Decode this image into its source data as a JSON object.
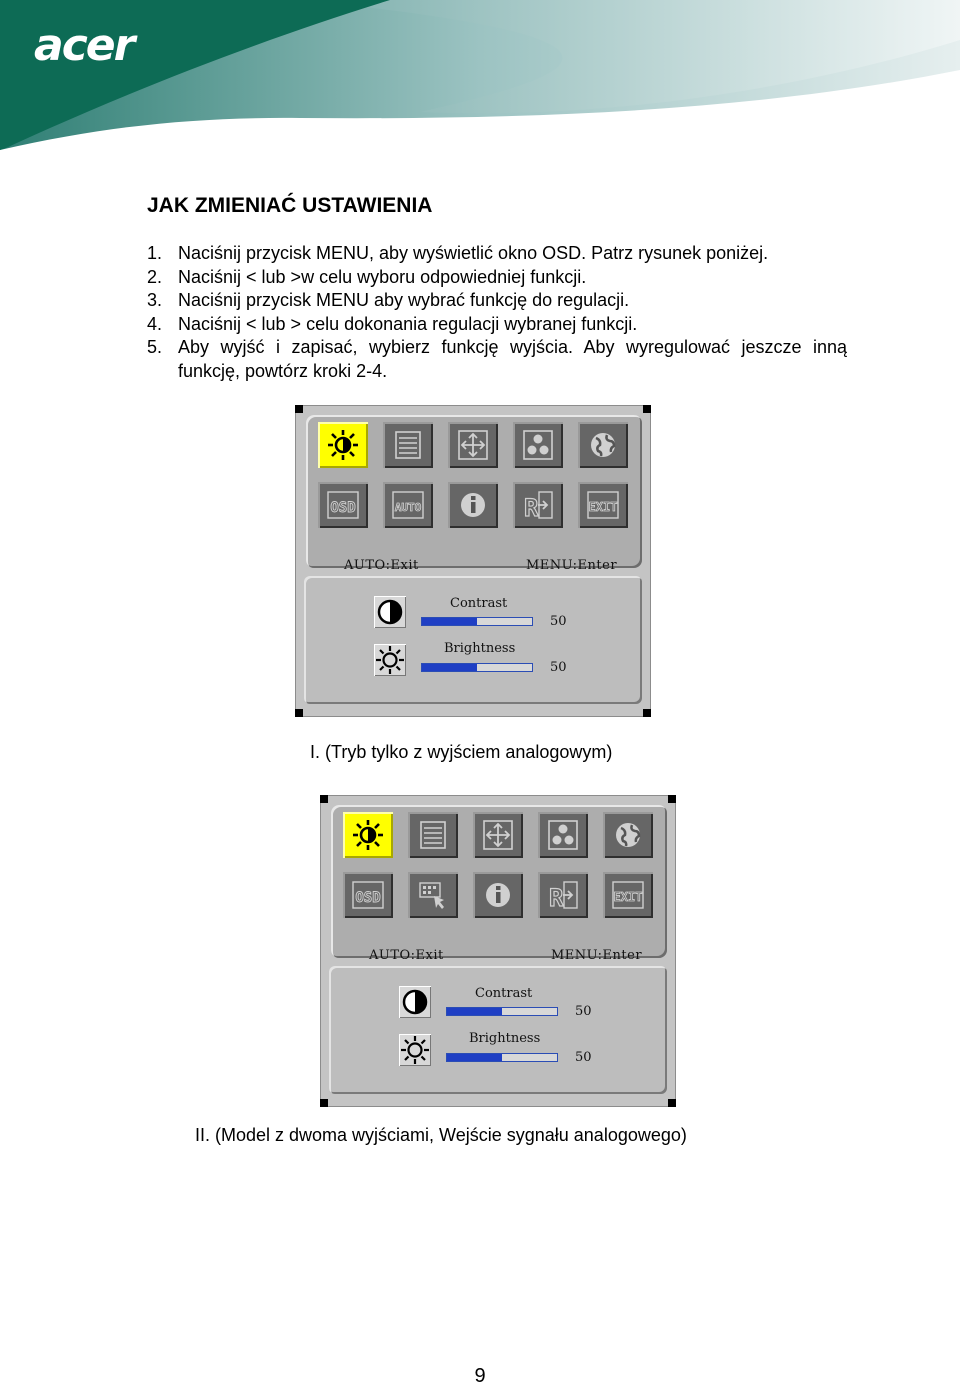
{
  "header": {
    "logo_text": "acer"
  },
  "title": "JAK ZMIENIAĆ USTAWIENIA",
  "steps": [
    {
      "num": "1.",
      "text": "Naciśnij przycisk MENU, aby wyświetlić okno OSD. Patrz rysunek poniżej."
    },
    {
      "num": "2.",
      "text": "Naciśnij < lub  >w celu wyboru odpowiedniej funkcji."
    },
    {
      "num": "3.",
      "text": "Naciśnij przycisk MENU aby wybrać funkcję do regulacji."
    },
    {
      "num": "4.",
      "text": "Naciśnij < lub  > celu dokonania regulacji wybranej funkcji."
    },
    {
      "num": "5.",
      "text": "Aby wyjść i zapisać, wybierz funkcję wyjścia. Aby wyregulować jeszcze inną funkcję, powtórz kroki 2-4."
    }
  ],
  "osd1": {
    "icons_row1": [
      "brightness-icon",
      "menu-list-icon",
      "position-icon",
      "color-icon",
      "language-icon"
    ],
    "icons_row2": [
      "osd-text-icon",
      "auto-text-icon",
      "info-icon",
      "reset-icon",
      "exit-text-icon"
    ],
    "hint_left": "AUTO:Exit",
    "hint_right": "MENU:Enter",
    "contrast_label": "Contrast",
    "contrast_value": "50",
    "contrast_level": 0.5,
    "brightness_label": "Brightness",
    "brightness_value": "50",
    "brightness_level": 0.5
  },
  "caption1": "I.  (Tryb tylko z wyjściem analogowym)",
  "osd2": {
    "icons_row1": [
      "brightness-icon",
      "menu-list-icon",
      "position-icon",
      "color-icon",
      "language-icon"
    ],
    "icons_row2": [
      "osd-text-icon",
      "input-select-icon",
      "info-icon",
      "reset-icon",
      "exit-text-icon"
    ],
    "hint_left": "AUTO:Exit",
    "hint_right": "MENU:Enter",
    "contrast_label": "Contrast",
    "contrast_value": "50",
    "contrast_level": 0.5,
    "brightness_label": "Brightness",
    "brightness_value": "50",
    "brightness_level": 0.5
  },
  "caption2": "II. (Model z dwoma wyjściami, Wejście sygnału analogowego)",
  "page_number": "9",
  "colors": {
    "header_green": "#0d6b55",
    "selected_icon": "#ffff00",
    "slider_fill": "#1f3fc4"
  }
}
